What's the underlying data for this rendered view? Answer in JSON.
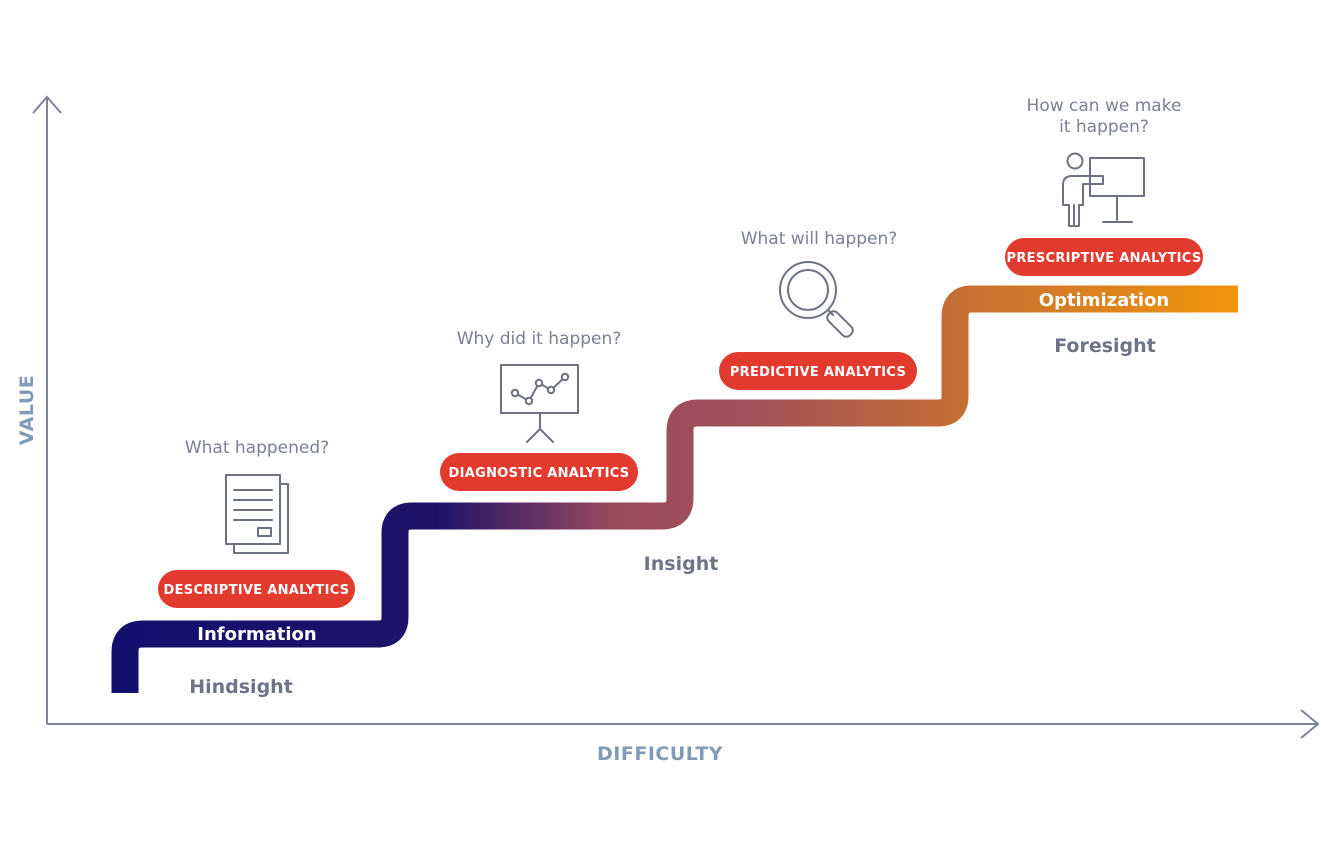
{
  "axes": {
    "y_label": "VALUE",
    "x_label": "DIFFICULTY"
  },
  "stages": [
    {
      "question": "What happened?",
      "analytics": "DESCRIPTIVE ANALYTICS",
      "level": "Information",
      "sight": "Hindsight",
      "icon": "document-icon"
    },
    {
      "question": "Why did it happen?",
      "analytics": "DIAGNOSTIC ANALYTICS",
      "level": "",
      "sight": "Insight",
      "icon": "presentation-chart-icon"
    },
    {
      "question": "What will happen?",
      "analytics": "PREDICTIVE ANALYTICS",
      "level": "",
      "sight": "",
      "icon": "magnifier-icon"
    },
    {
      "question_line1": "How can we make",
      "question_line2": "it happen?",
      "analytics": "PRESCRIPTIVE ANALYTICS",
      "level": "Optimization",
      "sight": "Foresight",
      "icon": "presenter-board-icon"
    }
  ],
  "colors": {
    "axis": "#7d8497",
    "axis_label": "#7f9bb6",
    "pill": "#e33a2f",
    "path_start": "#140f6e",
    "path_mid": "#9c4b5f",
    "path_end": "#f2950a",
    "icon": "#6d7280",
    "question": "#7a8193",
    "sight": "#6d7488"
  }
}
